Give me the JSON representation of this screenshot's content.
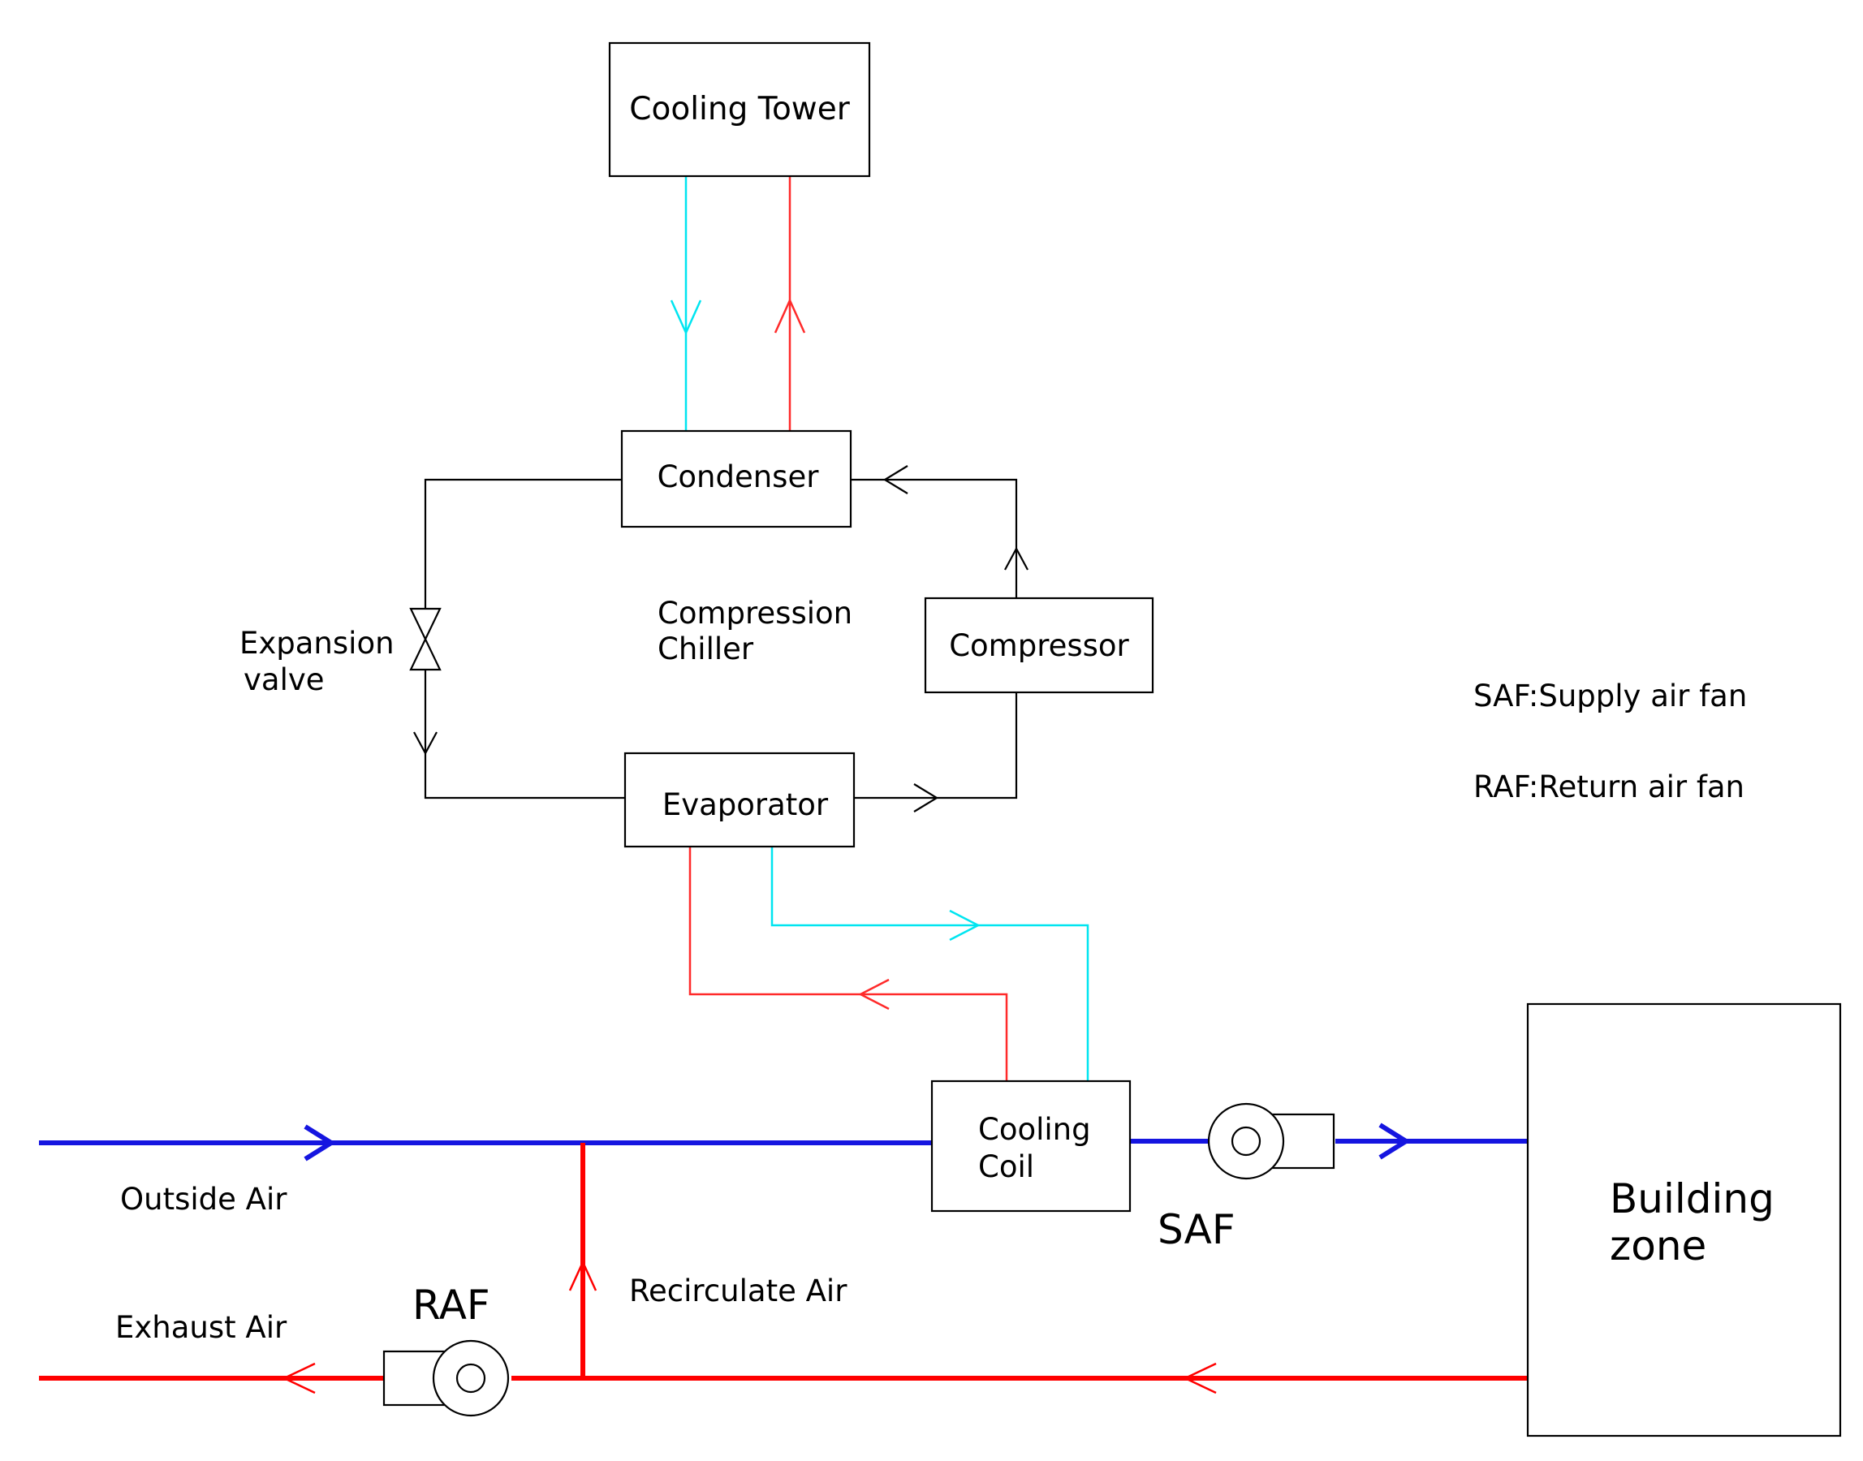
{
  "components": {
    "cooling_tower": "Cooling Tower",
    "condenser": "Condenser",
    "compressor": "Compressor",
    "evaporator": "Evaporator",
    "cooling_coil_line1": "Cooling",
    "cooling_coil_line2": "Coil",
    "building_zone_line1": "Building",
    "building_zone_line2": "zone",
    "expansion_valve_line1": "Expansion",
    "expansion_valve_line2": "valve",
    "chiller_line1": "Compression",
    "chiller_line2": "Chiller"
  },
  "fans": {
    "saf": "SAF",
    "raf": "RAF"
  },
  "air_streams": {
    "outside_air": "Outside Air",
    "exhaust_air": "Exhaust Air",
    "recirculate_air": "Recirculate Air"
  },
  "legend": {
    "saf_def": "SAF:Supply air fan",
    "raf_def": "RAF:Return air fan"
  },
  "colors": {
    "chilled_water": "#00e5f0",
    "warm_water": "#ff2a2a",
    "supply_air": "#1515e0",
    "return_air": "#ff0000",
    "refrigerant": "#000000"
  }
}
